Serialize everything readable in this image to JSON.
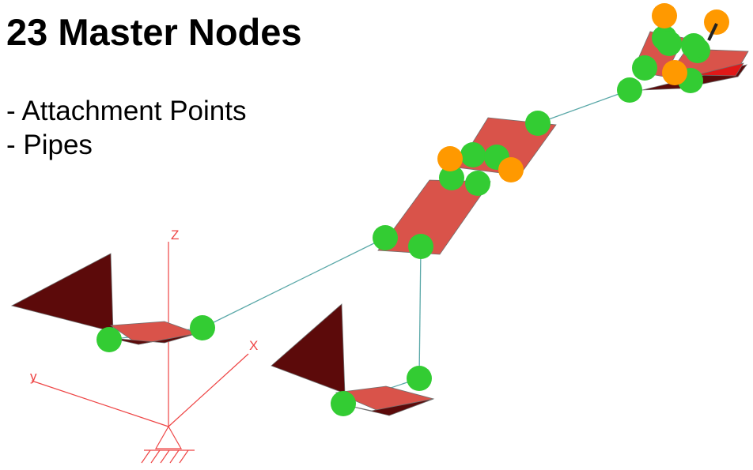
{
  "title": "23 Master Nodes",
  "bullets": [
    "- Attachment Points",
    "- Pipes"
  ],
  "axes": {
    "x": "X",
    "y": "y",
    "z": "Z"
  },
  "node_colors": {
    "green": "#33cc33",
    "orange": "#ff9900"
  },
  "plate_colors": {
    "red": "#d9534a",
    "dark": "#5c0a0a"
  },
  "pipe_color": "#5aa8a8",
  "axis_color": "#ee4444"
}
